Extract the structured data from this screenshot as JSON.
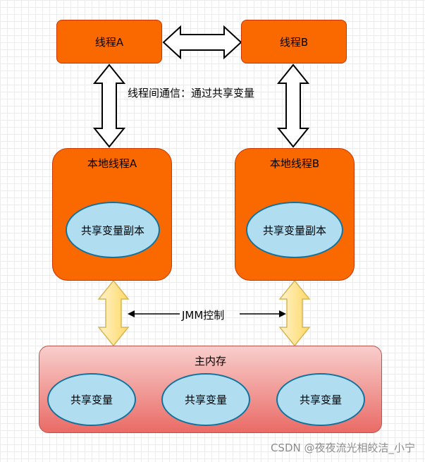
{
  "thread_a": {
    "label": "线程A"
  },
  "thread_b": {
    "label": "线程B"
  },
  "communication_label": "线程间通信：通过共享变量",
  "local_a": {
    "title": "本地线程A",
    "copy_label": "共享变量副本"
  },
  "local_b": {
    "title": "本地线程B",
    "copy_label": "共享变量副本"
  },
  "jmm_label": "JMM控制",
  "main_memory": {
    "title": "主内存",
    "variables": [
      "共享变量",
      "共享变量",
      "共享变量"
    ]
  },
  "watermark": "CSDN @夜夜流光相皎洁_小宁",
  "colors": {
    "thread_box": "#fa6800",
    "thread_border": "#c73500",
    "ellipse_fill": "#b1ddf0",
    "ellipse_border": "#10739e",
    "main_gradient_top": "#f8cecc",
    "main_gradient_bottom": "#ea6b66",
    "yellow_arrow": "#ffe28a"
  }
}
